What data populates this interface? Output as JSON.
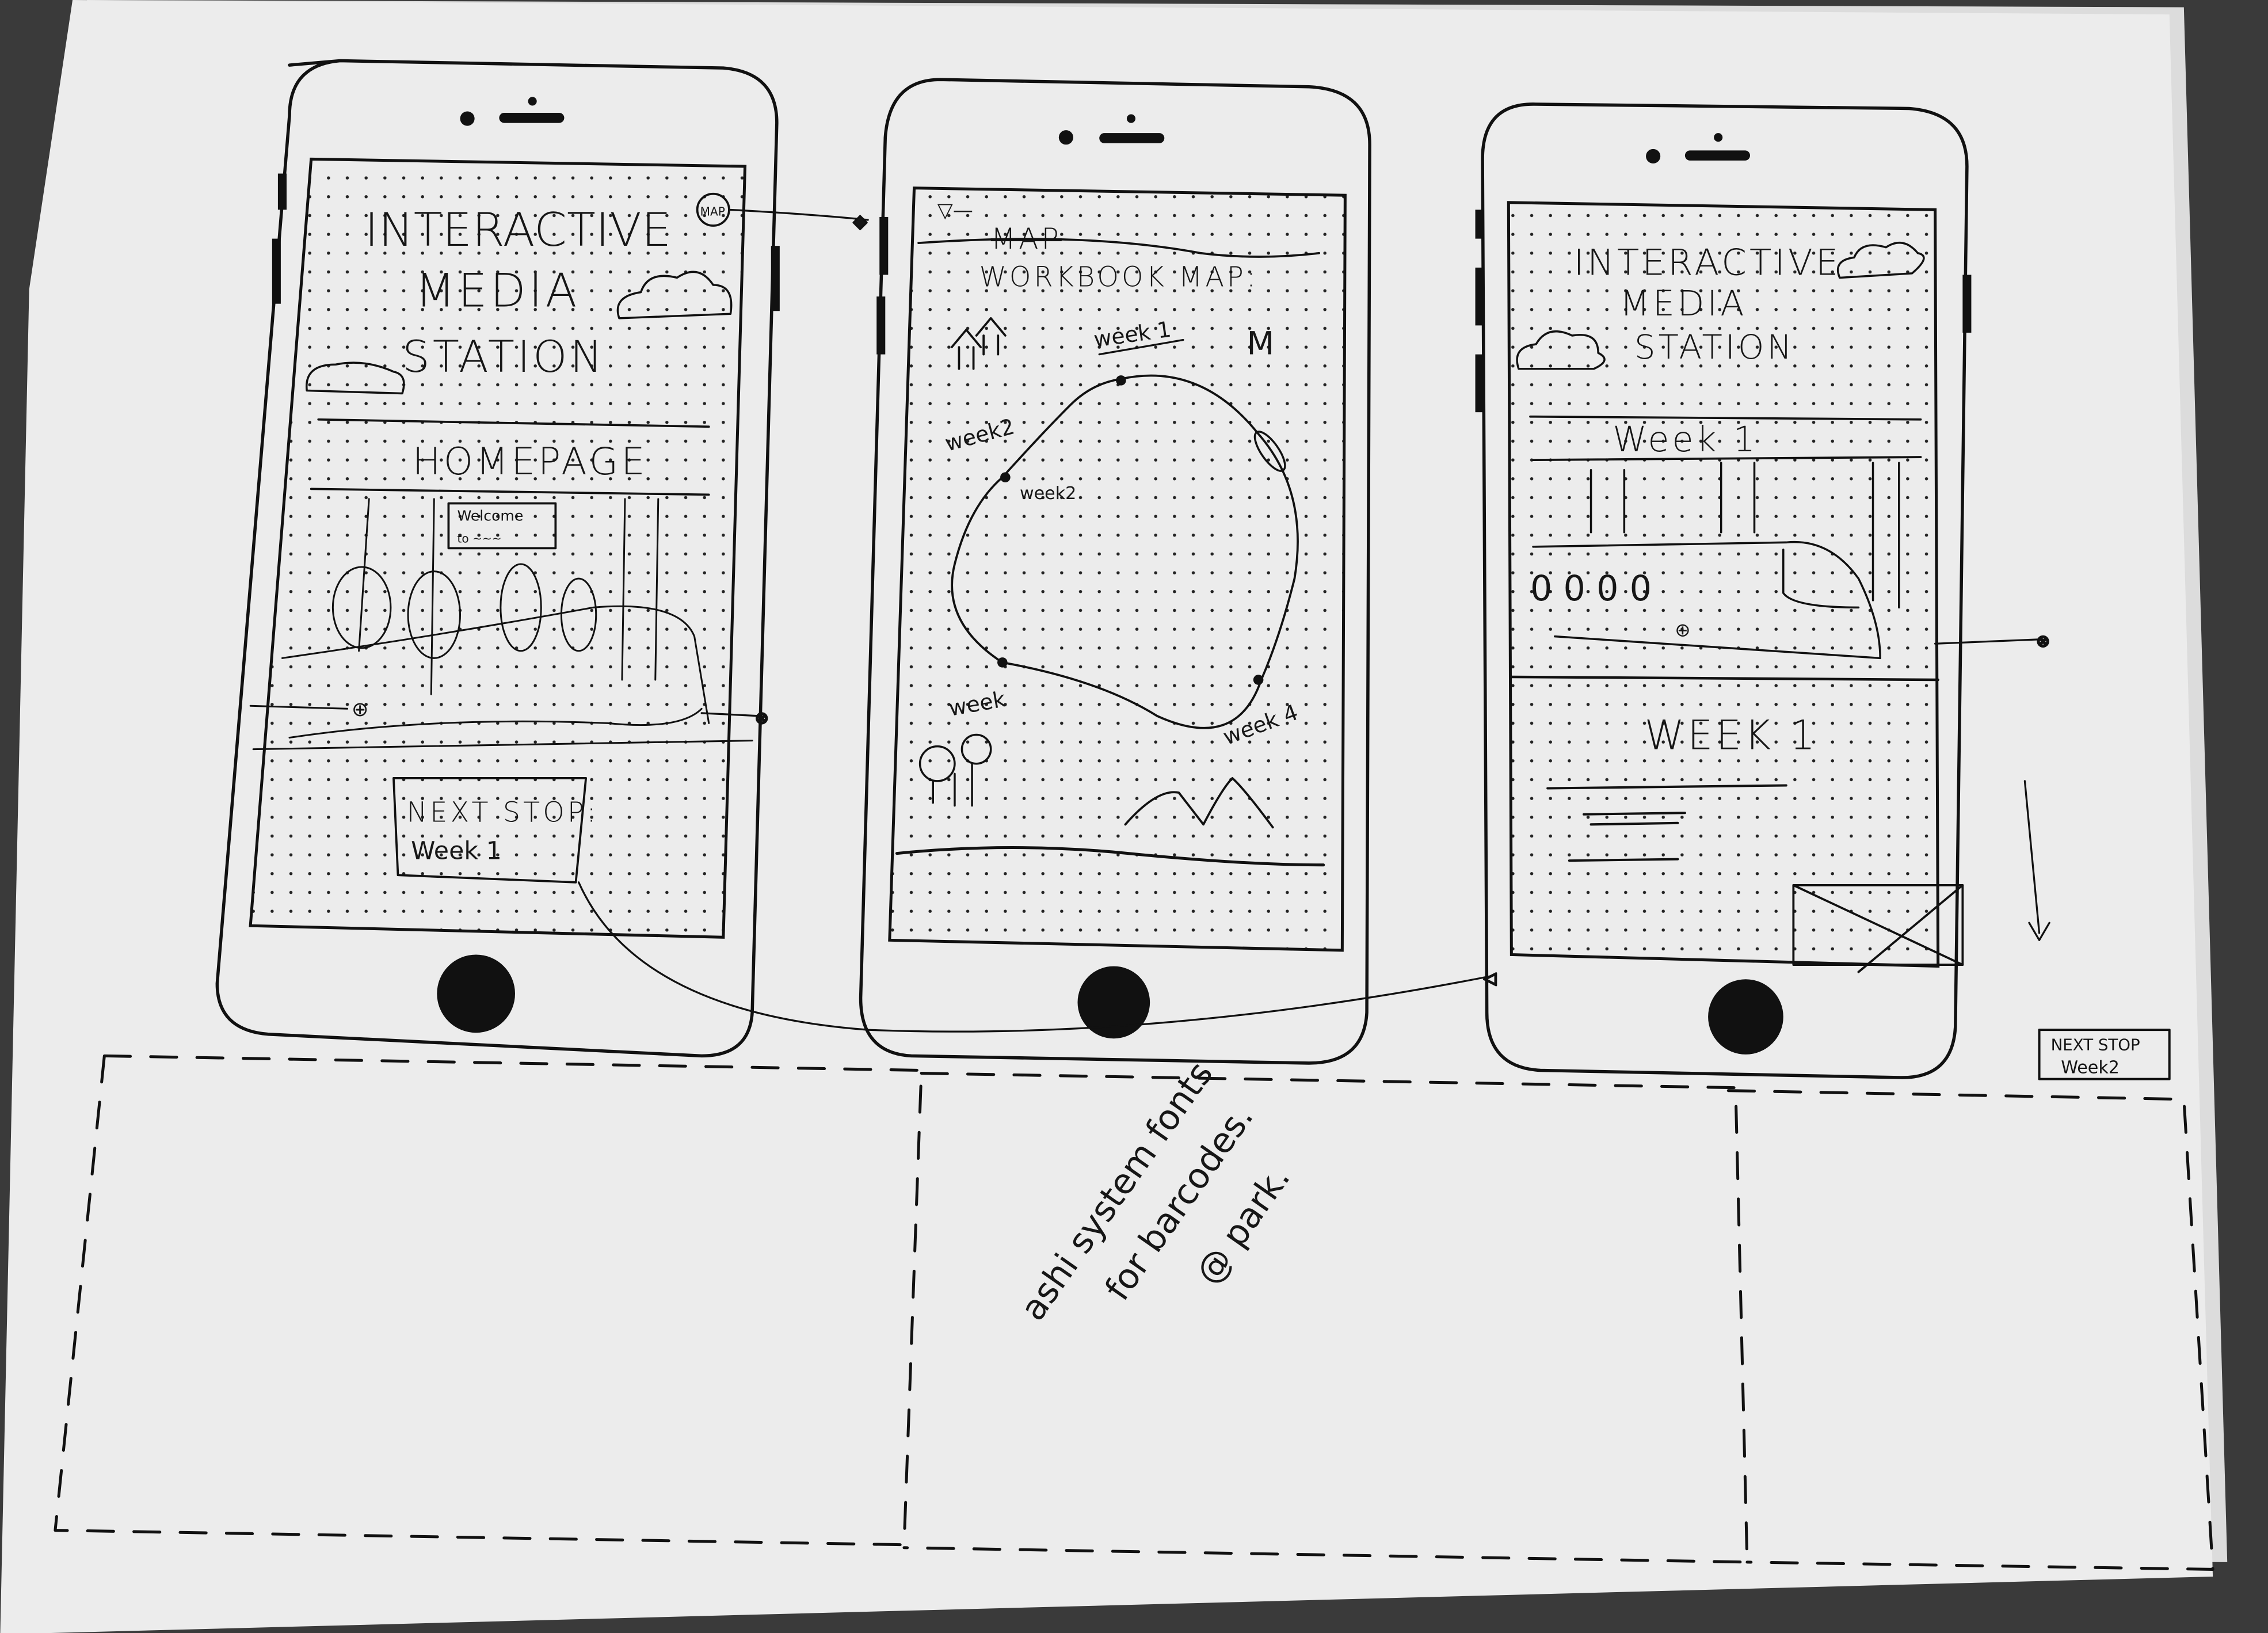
{
  "phone_home": {
    "title_line1": "INTERACTIVE",
    "title_line2": "MEDIA",
    "title_line3": "STATION",
    "map_button": "MAP",
    "section_title": "HOMEPAGE",
    "welcome_sign": "Welcome",
    "welcome_sign_line2": "to ~~~",
    "next_stop_label": "NEXT STOP:",
    "next_stop_week": "Week 1"
  },
  "phone_map": {
    "struck_title": "MAP",
    "title": "WORKBOOK MAP:",
    "stops": [
      "week 1",
      "week2",
      "week2",
      "week",
      "week 4"
    ]
  },
  "phone_week": {
    "title_line1": "INTERACTIVE",
    "title_line2": "MEDIA",
    "title_line3": "STATION",
    "header": "Week 1",
    "wheels": "0  0  0  0",
    "section_title": "WEEK 1"
  },
  "side_note": {
    "line1": "NEXT STOP",
    "line2": "Week2"
  },
  "handwritten_note": {
    "line1": "ashi system fonts",
    "line2": "for barcodes.",
    "line3": "@ park."
  },
  "colors": {
    "paper": "#ececec",
    "ink": "#111111",
    "table": "#3a3a3a"
  }
}
